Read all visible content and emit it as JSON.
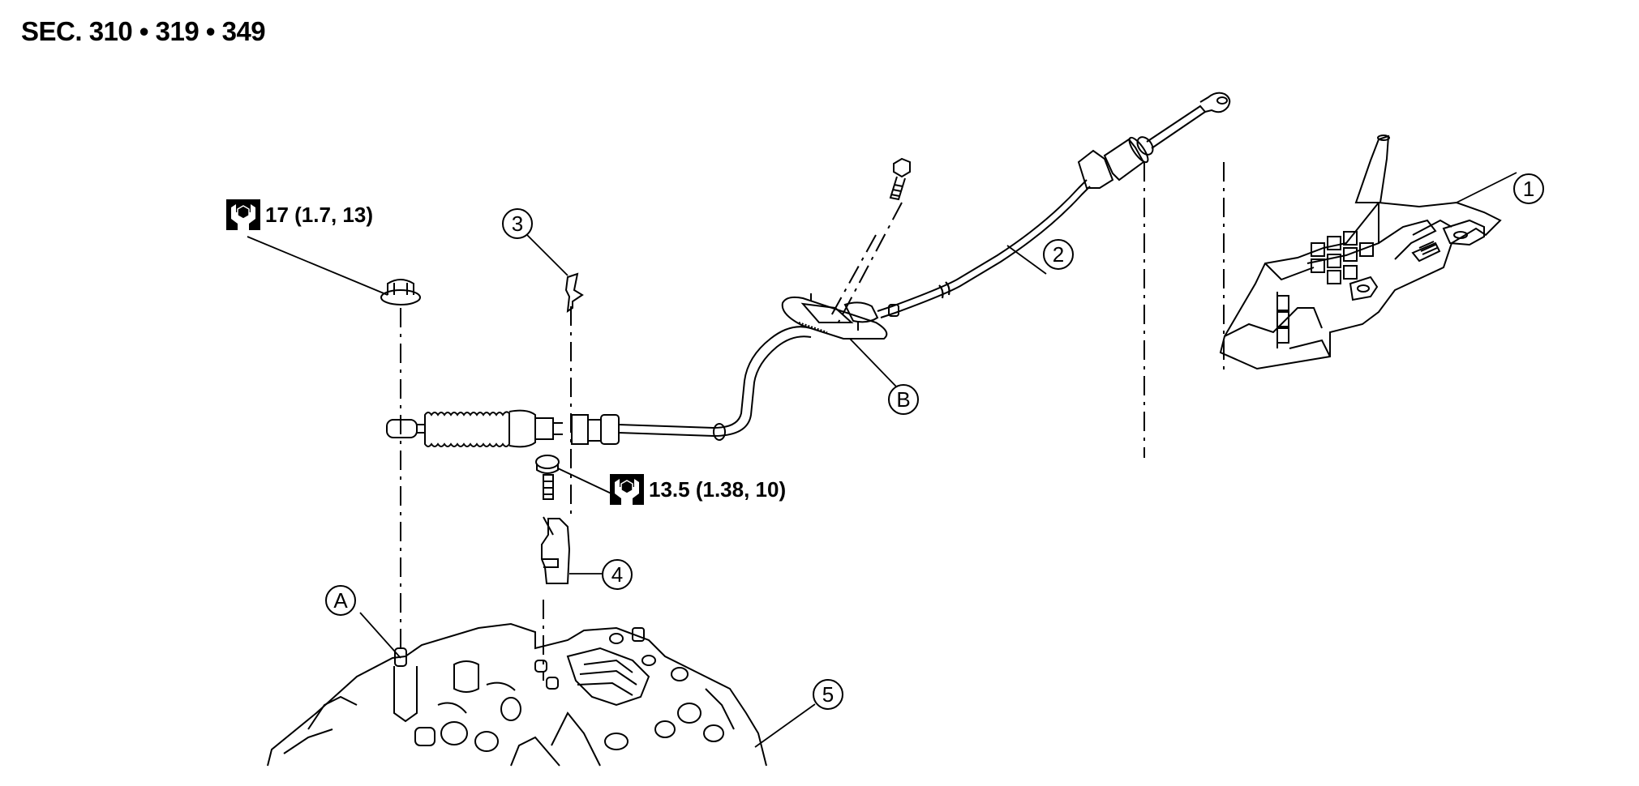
{
  "header": {
    "section_title": "SEC. 310 • 319 • 349"
  },
  "torque_specs": [
    {
      "icon": "torque-wrench-icon",
      "value": "17 (1.7, 13)"
    },
    {
      "icon": "torque-wrench-icon",
      "value": "13.5 (1.38, 10)"
    }
  ],
  "callouts": [
    {
      "label": "1"
    },
    {
      "label": "2"
    },
    {
      "label": "3"
    },
    {
      "label": "4"
    },
    {
      "label": "5"
    },
    {
      "label": "A"
    },
    {
      "label": "B"
    }
  ],
  "colors": {
    "line": "#000000",
    "background": "#ffffff"
  }
}
